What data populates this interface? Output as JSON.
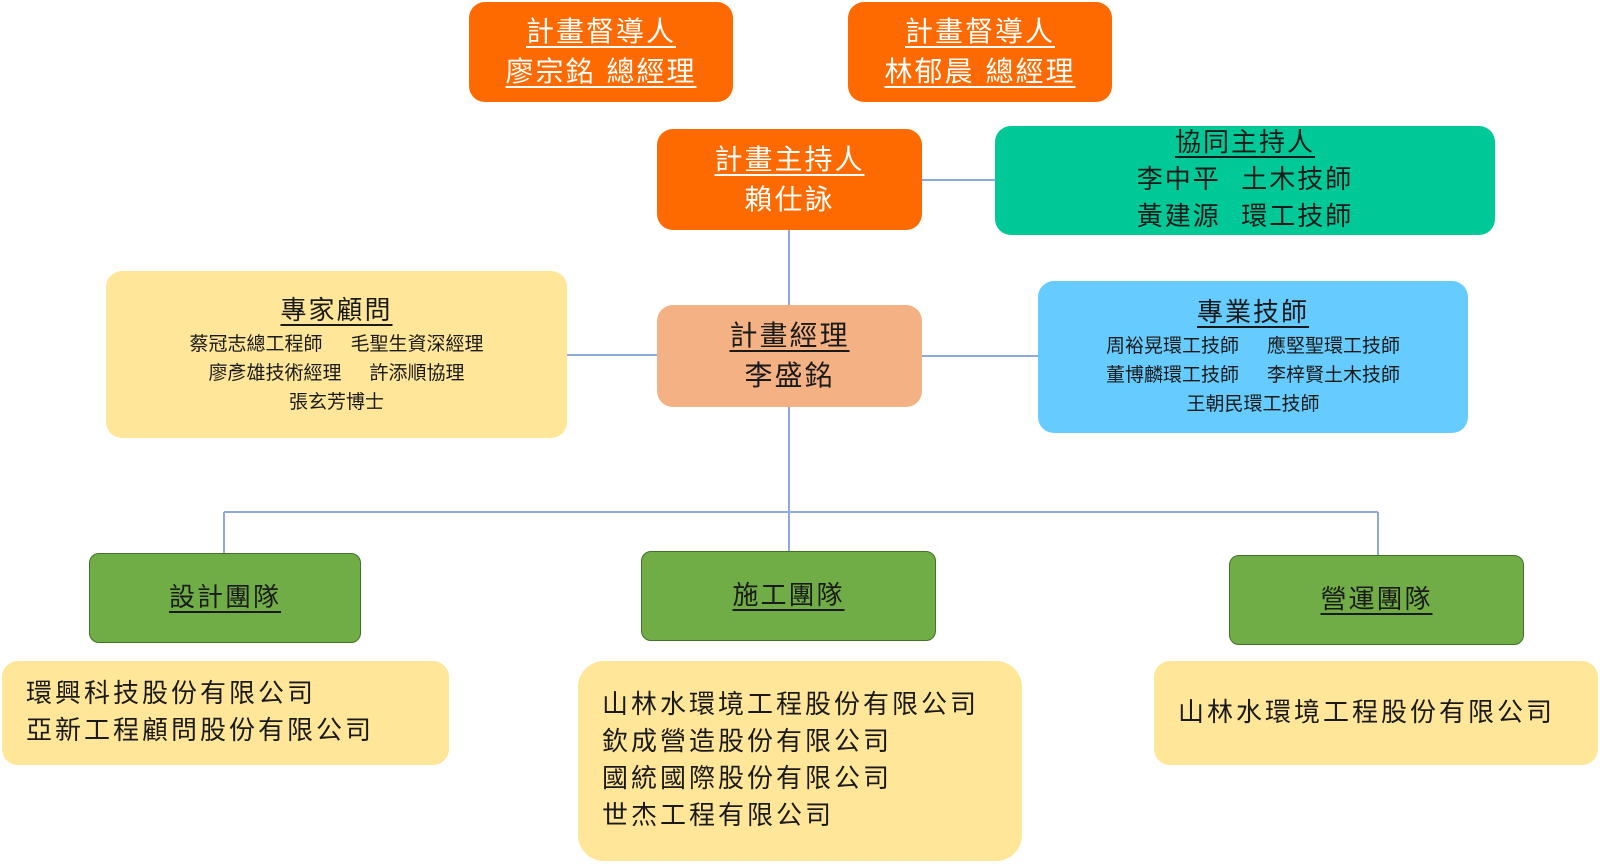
{
  "supervisors": [
    {
      "title": "計畫督導人",
      "name": "廖宗銘 總經理"
    },
    {
      "title": "計畫督導人",
      "name": "林郁晨 總經理"
    }
  ],
  "host": {
    "title": "計畫主持人",
    "name": "賴仕詠"
  },
  "co_host": {
    "title": "協同主持人",
    "members": [
      "李中平  土木技師",
      "黃建源  環工技師"
    ]
  },
  "advisors": {
    "title": "專家顧問",
    "members": [
      "蔡冠志總工程師",
      "毛聖生資深經理",
      "廖彥雄技術經理",
      "許添順協理",
      "張玄芳博士"
    ]
  },
  "manager": {
    "title": "計畫經理",
    "name": "李盛銘"
  },
  "engineers": {
    "title": "專業技師",
    "members": [
      "周裕晃環工技師",
      "應堅聖環工技師",
      "董博麟環工技師",
      "李梓賢土木技師",
      "王朝民環工技師"
    ]
  },
  "teams": [
    {
      "name": "設計團隊",
      "companies": [
        "環興科技股份有限公司",
        "亞新工程顧問股份有限公司"
      ]
    },
    {
      "name": "施工團隊",
      "companies": [
        "山林水環境工程股份有限公司",
        "欽成營造股份有限公司",
        "國統國際股份有限公司",
        "世杰工程有限公司"
      ]
    },
    {
      "name": "營運團隊",
      "companies": [
        "山林水環境工程股份有限公司"
      ]
    }
  ],
  "colors": {
    "supervisor": "#ff6a00",
    "host": "#ff6a00",
    "manager": "#f4b183",
    "co_host": "#00c896",
    "advisors": "#ffe699",
    "engineers": "#66ccff",
    "team": "#70ad47",
    "company": "#ffe699",
    "connector": "#8eaadb"
  }
}
